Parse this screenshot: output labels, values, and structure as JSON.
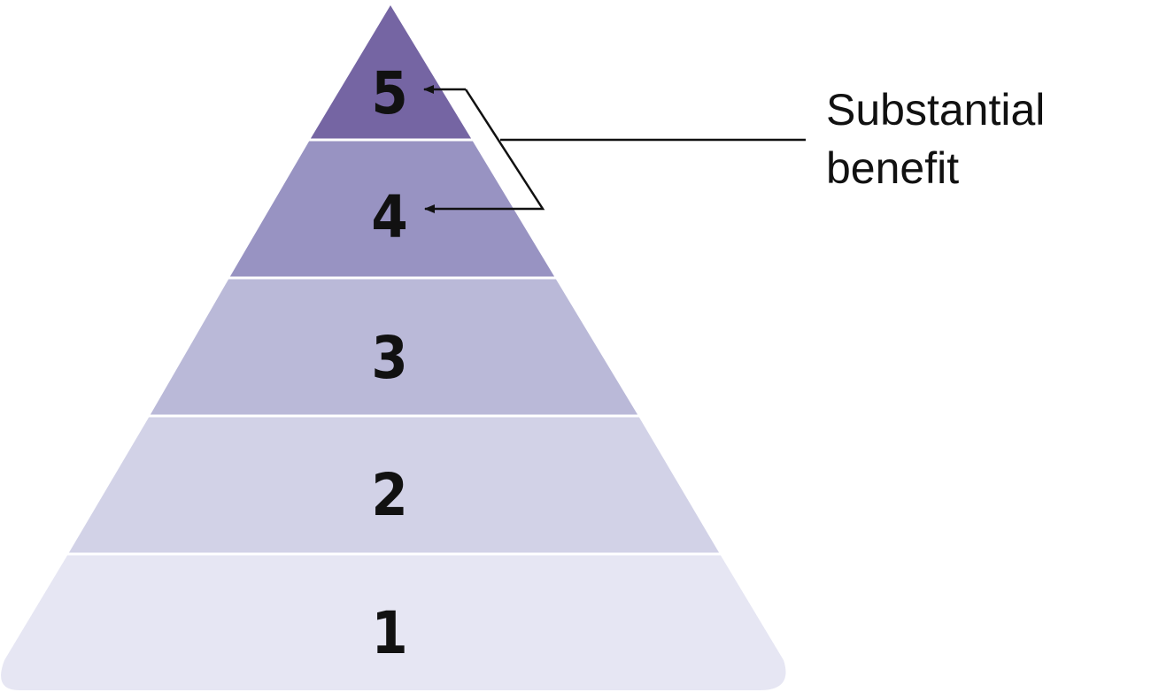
{
  "pyramid": {
    "levels": [
      {
        "number": "1",
        "color": "#e6e6f3"
      },
      {
        "number": "2",
        "color": "#d2d2e7"
      },
      {
        "number": "3",
        "color": "#bab9d8"
      },
      {
        "number": "4",
        "color": "#9893c2"
      },
      {
        "number": "5",
        "color": "#7565a3"
      }
    ],
    "divider_color": "#ffffff"
  },
  "callout": {
    "line1": "Substantial",
    "line2": "benefit",
    "line_color": "#111111"
  }
}
